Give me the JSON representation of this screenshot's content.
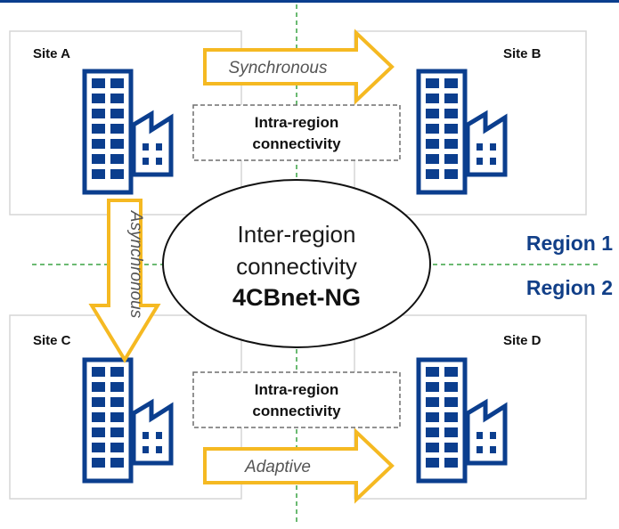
{
  "colors": {
    "accent": "#0b3e8e",
    "arrow_fill": "#ffffff",
    "arrow_stroke": "#f5b922",
    "divider": "#3aa344",
    "box_border": "#d6d6d6",
    "dashed_border": "#6e6e6e",
    "region_text": "#113f88"
  },
  "sites": {
    "a": {
      "label": "Site A"
    },
    "b": {
      "label": "Site B"
    },
    "c": {
      "label": "Site C"
    },
    "d": {
      "label": "Site D"
    }
  },
  "arrows": {
    "top": {
      "label": "Synchronous"
    },
    "left": {
      "label": "Asynchronous"
    },
    "bottom": {
      "label": "Adaptive"
    }
  },
  "intra_top": {
    "line1": "Intra-region",
    "line2": "connectivity"
  },
  "intra_bottom": {
    "line1": "Intra-region",
    "line2": "connectivity"
  },
  "center": {
    "line1": "Inter-region",
    "line2": "connectivity",
    "line3": "4CBnet-NG"
  },
  "regions": {
    "region1": "Region 1",
    "region2": "Region 2"
  },
  "icons": {
    "building": "building-icon",
    "factory": "factory-icon"
  }
}
